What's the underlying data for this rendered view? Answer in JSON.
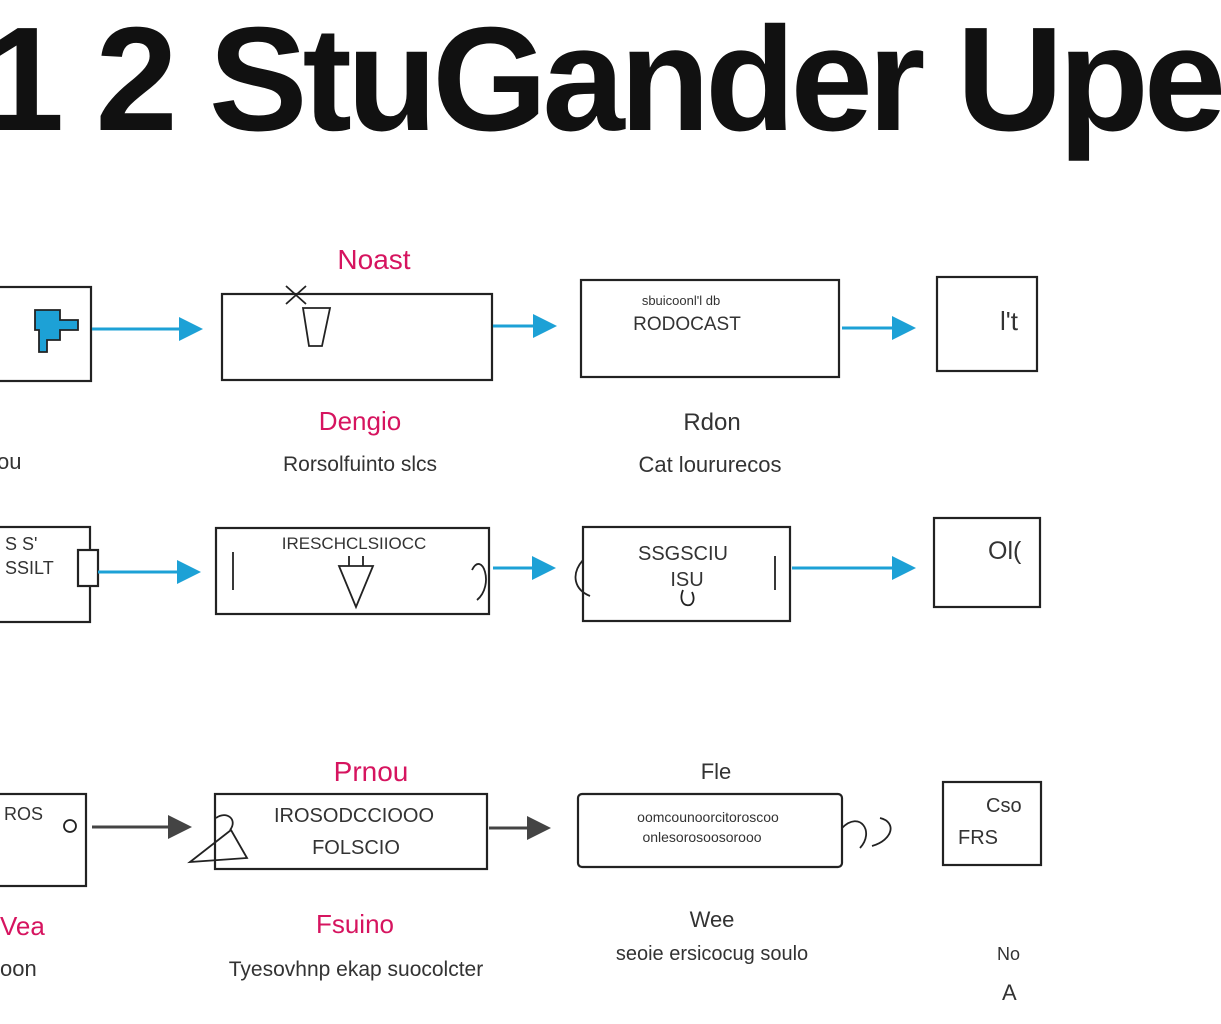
{
  "title": "1 2 StuGander Upe",
  "colors": {
    "accent_pink": "#d6145f",
    "arrow_blue": "#1da1d6",
    "ink": "#222222"
  },
  "rows": [
    {
      "header": "Noast",
      "boxes": [
        {
          "text": []
        },
        {
          "text": []
        },
        {
          "text": [
            "sbuicoonl'l db",
            "RODOCAST"
          ]
        },
        {
          "text": [
            "l't"
          ]
        }
      ],
      "captions": [
        {
          "pink": "",
          "gray": "ou"
        },
        {
          "pink": "Dengio",
          "gray": "Rorsolfuinto slcs"
        },
        {
          "pink": "",
          "gray": "Rdon"
        },
        {
          "pink": "",
          "gray": "Cat loururecos"
        }
      ]
    },
    {
      "header": "",
      "boxes": [
        {
          "text": [
            "S S'",
            "SSILT"
          ]
        },
        {
          "text": [
            "IRESCHCLSIIOCC"
          ]
        },
        {
          "text": [
            "SSGSCIU",
            "ISU"
          ]
        },
        {
          "text": [
            "Ol("
          ]
        }
      ],
      "captions": []
    },
    {
      "header": "Prnou",
      "boxes": [
        {
          "text": [
            "ROS"
          ]
        },
        {
          "text": [
            "IROSODCCIOOO",
            "FOLSCIO"
          ]
        },
        {
          "text": [
            "oomcounoorcitoroscoo",
            "onlesorosoosorooo"
          ]
        },
        {
          "text": [
            "Cso",
            "FRS"
          ]
        }
      ],
      "captions": [
        {
          "pink": "Vea",
          "gray": "oon"
        },
        {
          "pink": "Fsuino",
          "gray": "Tyesovhnp ekap suocolcter"
        },
        {
          "pink": "",
          "gray": "Fle"
        },
        {
          "pink": "",
          "gray": "Wee"
        },
        {
          "pink": "",
          "gray": "seoie ersicocug soulo"
        },
        {
          "pink": "",
          "gray": "No"
        },
        {
          "pink": "",
          "gray": "A"
        }
      ]
    }
  ]
}
